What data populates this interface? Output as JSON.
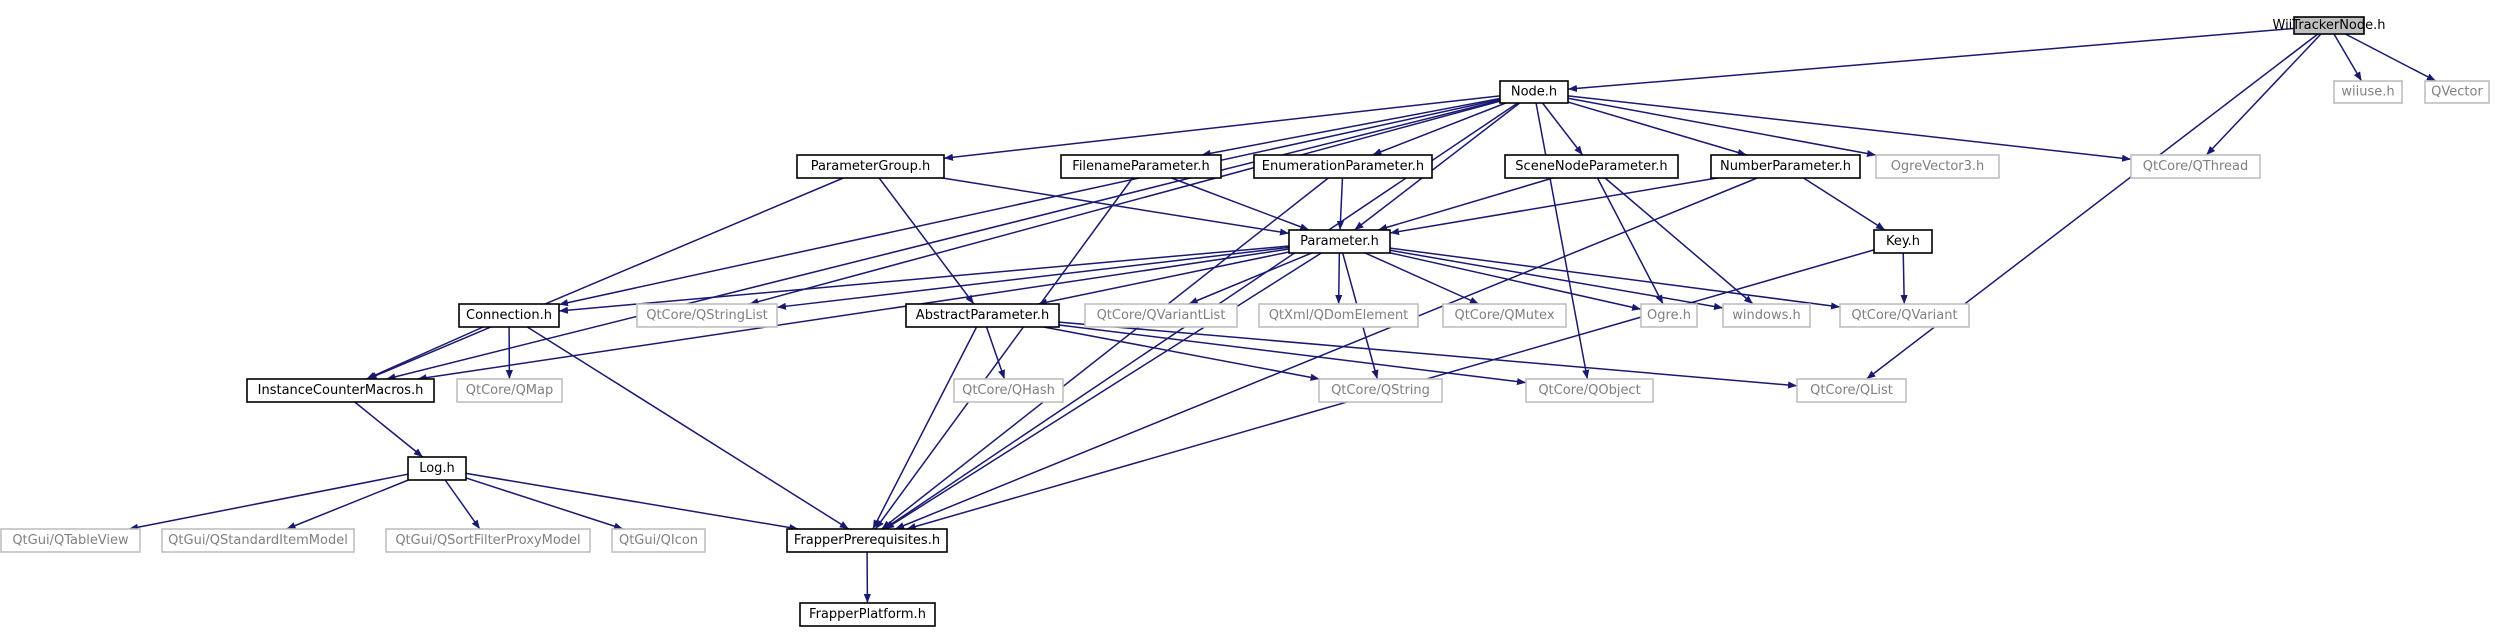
{
  "colors": {
    "edge": "#191970",
    "documented_border": "#000000",
    "documented_text": "#000000",
    "external_border": "#bfbfbf",
    "external_text": "#808080",
    "root_fill": "#bfbfbf"
  },
  "nodes": [
    {
      "id": "root",
      "label": "WiiTrackerNode.h",
      "kind": "root"
    },
    {
      "id": "node",
      "label": "Node.h",
      "kind": "documented"
    },
    {
      "id": "wiiuse",
      "label": "wiiuse.h",
      "kind": "external"
    },
    {
      "id": "qvector",
      "label": "QVector",
      "kind": "external"
    },
    {
      "id": "qthread",
      "label": "QtCore/QThread",
      "kind": "external"
    },
    {
      "id": "paramgroup",
      "label": "ParameterGroup.h",
      "kind": "documented"
    },
    {
      "id": "fileparam",
      "label": "FilenameParameter.h",
      "kind": "documented"
    },
    {
      "id": "enumparam",
      "label": "EnumerationParameter.h",
      "kind": "documented"
    },
    {
      "id": "scenenode",
      "label": "SceneNodeParameter.h",
      "kind": "documented"
    },
    {
      "id": "numparam",
      "label": "NumberParameter.h",
      "kind": "documented"
    },
    {
      "id": "ogrevec",
      "label": "OgreVector3.h",
      "kind": "external"
    },
    {
      "id": "param",
      "label": "Parameter.h",
      "kind": "documented"
    },
    {
      "id": "key",
      "label": "Key.h",
      "kind": "documented"
    },
    {
      "id": "conn",
      "label": "Connection.h",
      "kind": "documented"
    },
    {
      "id": "qstrlist",
      "label": "QtCore/QStringList",
      "kind": "external"
    },
    {
      "id": "absparam",
      "label": "AbstractParameter.h",
      "kind": "documented"
    },
    {
      "id": "qvarlist",
      "label": "QtCore/QVariantList",
      "kind": "external"
    },
    {
      "id": "qdom",
      "label": "QtXml/QDomElement",
      "kind": "external"
    },
    {
      "id": "qmutex",
      "label": "QtCore/QMutex",
      "kind": "external"
    },
    {
      "id": "ogre",
      "label": "Ogre.h",
      "kind": "external"
    },
    {
      "id": "windows",
      "label": "windows.h",
      "kind": "external"
    },
    {
      "id": "qvariant",
      "label": "QtCore/QVariant",
      "kind": "external"
    },
    {
      "id": "icm",
      "label": "InstanceCounterMacros.h",
      "kind": "documented"
    },
    {
      "id": "qmap",
      "label": "QtCore/QMap",
      "kind": "external"
    },
    {
      "id": "qhash",
      "label": "QtCore/QHash",
      "kind": "external"
    },
    {
      "id": "qstring",
      "label": "QtCore/QString",
      "kind": "external"
    },
    {
      "id": "qobject",
      "label": "QtCore/QObject",
      "kind": "external"
    },
    {
      "id": "qlist",
      "label": "QtCore/QList",
      "kind": "external"
    },
    {
      "id": "log",
      "label": "Log.h",
      "kind": "documented"
    },
    {
      "id": "qtableview",
      "label": "QtGui/QTableView",
      "kind": "external"
    },
    {
      "id": "qstdmodel",
      "label": "QtGui/QStandardItemModel",
      "kind": "external"
    },
    {
      "id": "qsortproxy",
      "label": "QtGui/QSortFilterProxyModel",
      "kind": "external"
    },
    {
      "id": "qicon",
      "label": "QtGui/QIcon",
      "kind": "external"
    },
    {
      "id": "frapreq",
      "label": "FrapperPrerequisites.h",
      "kind": "documented"
    },
    {
      "id": "frapplat",
      "label": "FrapperPlatform.h",
      "kind": "documented"
    }
  ],
  "edges": [
    [
      "root",
      "node"
    ],
    [
      "root",
      "wiiuse"
    ],
    [
      "root",
      "qvector"
    ],
    [
      "root",
      "qthread"
    ],
    [
      "root",
      "qlist"
    ],
    [
      "node",
      "paramgroup"
    ],
    [
      "node",
      "fileparam"
    ],
    [
      "node",
      "enumparam"
    ],
    [
      "node",
      "scenenode"
    ],
    [
      "node",
      "numparam"
    ],
    [
      "node",
      "ogrevec"
    ],
    [
      "node",
      "qthread"
    ],
    [
      "node",
      "param"
    ],
    [
      "node",
      "conn"
    ],
    [
      "node",
      "icm"
    ],
    [
      "node",
      "qstrlist"
    ],
    [
      "node",
      "qobject"
    ],
    [
      "node",
      "frapreq"
    ],
    [
      "paramgroup",
      "param"
    ],
    [
      "paramgroup",
      "absparam"
    ],
    [
      "paramgroup",
      "icm"
    ],
    [
      "fileparam",
      "param"
    ],
    [
      "fileparam",
      "frapreq"
    ],
    [
      "enumparam",
      "param"
    ],
    [
      "enumparam",
      "frapreq"
    ],
    [
      "scenenode",
      "param"
    ],
    [
      "scenenode",
      "ogre"
    ],
    [
      "scenenode",
      "windows"
    ],
    [
      "numparam",
      "param"
    ],
    [
      "numparam",
      "key"
    ],
    [
      "numparam",
      "frapreq"
    ],
    [
      "key",
      "qvariant"
    ],
    [
      "key",
      "frapreq"
    ],
    [
      "param",
      "conn"
    ],
    [
      "param",
      "qstrlist"
    ],
    [
      "param",
      "absparam"
    ],
    [
      "param",
      "qvarlist"
    ],
    [
      "param",
      "qdom"
    ],
    [
      "param",
      "qmutex"
    ],
    [
      "param",
      "ogre"
    ],
    [
      "param",
      "windows"
    ],
    [
      "param",
      "qvariant"
    ],
    [
      "param",
      "qstring"
    ],
    [
      "param",
      "icm"
    ],
    [
      "param",
      "frapreq"
    ],
    [
      "absparam",
      "qhash"
    ],
    [
      "absparam",
      "qstring"
    ],
    [
      "absparam",
      "qobject"
    ],
    [
      "absparam",
      "qlist"
    ],
    [
      "absparam",
      "frapreq"
    ],
    [
      "conn",
      "icm"
    ],
    [
      "conn",
      "qmap"
    ],
    [
      "conn",
      "frapreq"
    ],
    [
      "icm",
      "log"
    ],
    [
      "log",
      "qtableview"
    ],
    [
      "log",
      "qstdmodel"
    ],
    [
      "log",
      "qsortproxy"
    ],
    [
      "log",
      "qicon"
    ],
    [
      "log",
      "frapreq"
    ],
    [
      "frapreq",
      "frapplat"
    ]
  ]
}
